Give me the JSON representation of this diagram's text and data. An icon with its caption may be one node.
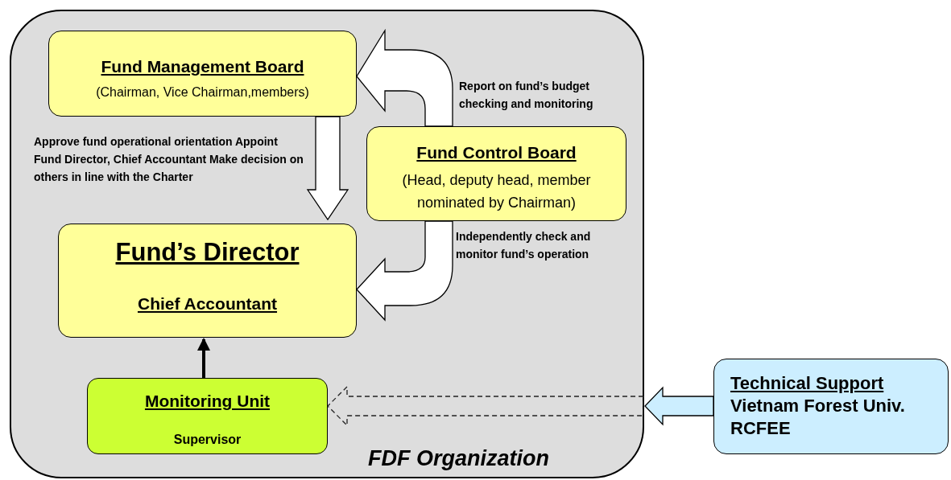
{
  "diagram": {
    "nodes": [
      {
        "text": [
          "FDF Organization"
        ]
      },
      {
        "text": [
          "Fund Management Board",
          "(Chairman, Vice Chairman,members)"
        ],
        "in": 0
      },
      {
        "text": [
          "Fund Control Board",
          "(Head, deputy head, member nominated by Chairman)"
        ],
        "in": 0
      },
      {
        "text": [
          "Fund’s Director",
          "Chief Accountant"
        ],
        "in": 0
      },
      {
        "text": [
          "Monitoring Unit",
          "Supervisor"
        ],
        "in": 0
      },
      {
        "text": [
          "Technical Support",
          "Vietnam Forest Univ.",
          "RCFEE"
        ]
      }
    ],
    "edges": [
      {
        "from": 1,
        "to": 3,
        "arrow": "to",
        "label": "Approve fund operational orientation Appoint Fund Director, Chief Accountant Make decision on others in line with the Charter"
      },
      {
        "from": 2,
        "to": 1,
        "arrow": "to",
        "label": "Report on fund’s budget checking and monitoring"
      },
      {
        "from": 2,
        "to": 3,
        "arrow": "to",
        "label": "Independently check and monitor fund’s operation"
      },
      {
        "from": 4,
        "to": 3,
        "arrow": "to"
      },
      {
        "from": 5,
        "to": 0,
        "arrow": "to",
        "color": "#cceeff"
      },
      {
        "from": 0,
        "to": 4,
        "arrow": "to",
        "style": "dashed"
      }
    ]
  }
}
